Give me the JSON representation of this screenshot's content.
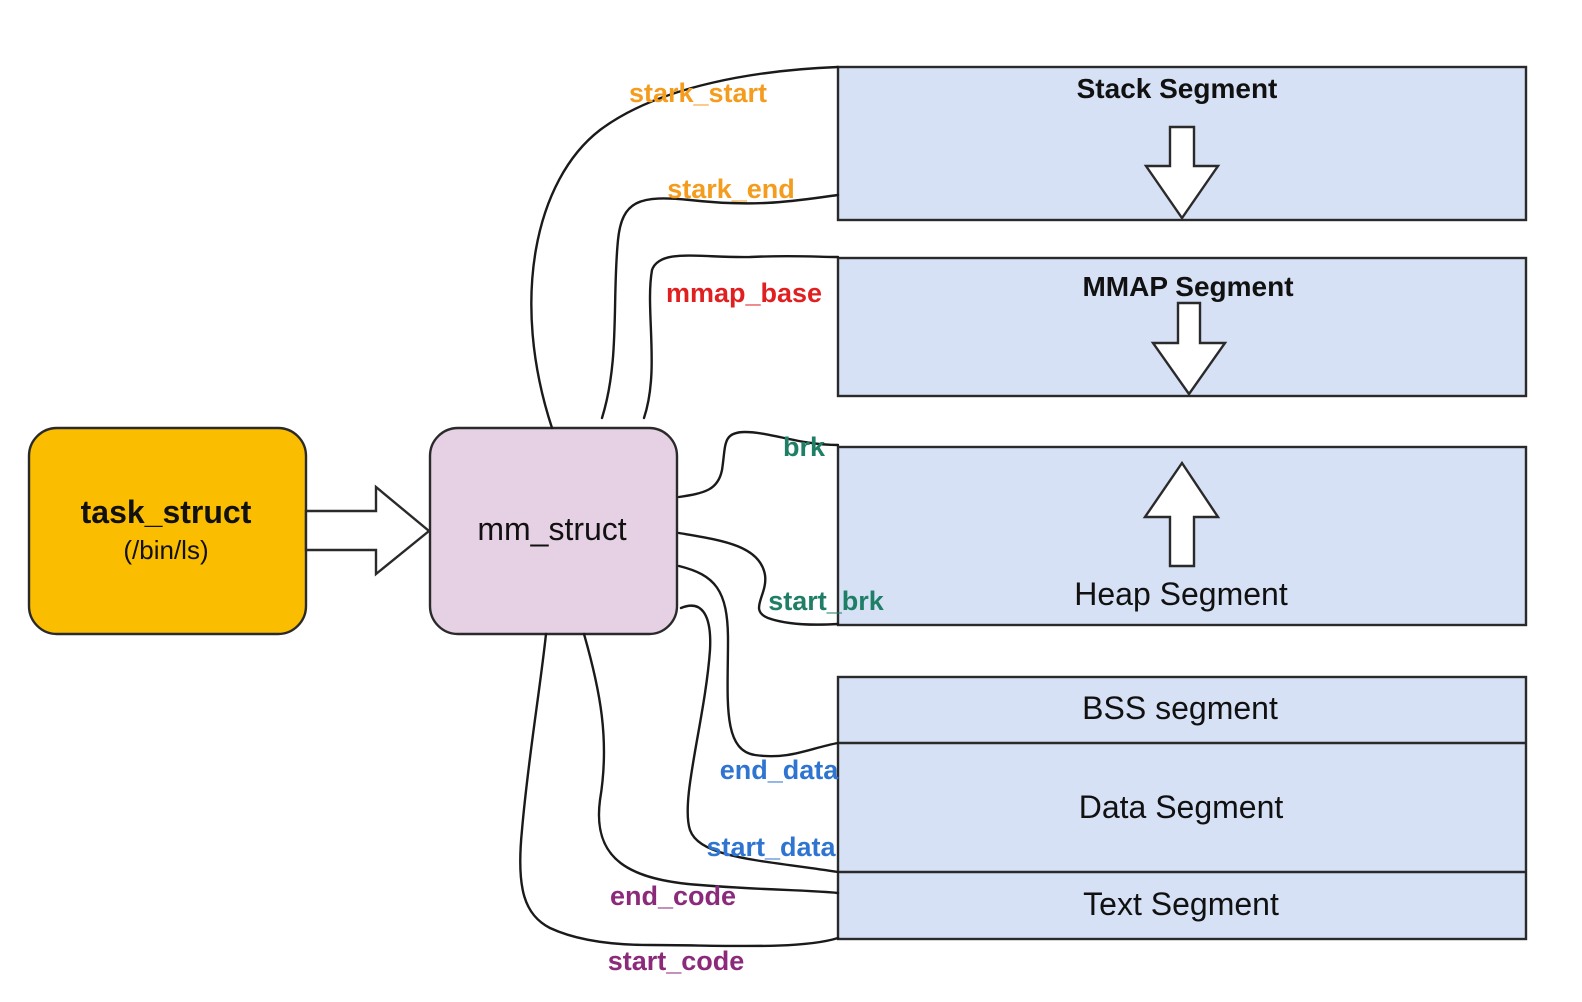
{
  "nodes": {
    "task_struct": {
      "title": "task_struct",
      "subtitle": "(/bin/ls)"
    },
    "mm_struct": {
      "title": "mm_struct"
    }
  },
  "segments": {
    "stack": "Stack Segment",
    "mmap": "MMAP Segment",
    "heap": "Heap Segment",
    "bss": "BSS segment",
    "data": "Data Segment",
    "text": "Text Segment"
  },
  "pointers": {
    "stark_start": {
      "label": "stark_start",
      "color": "#f39c1e"
    },
    "stark_end": {
      "label": "stark_end",
      "color": "#f39c1e"
    },
    "mmap_base": {
      "label": "mmap_base",
      "color": "#e02020"
    },
    "brk": {
      "label": "brk",
      "color": "#1e7f66"
    },
    "start_brk": {
      "label": "start_brk",
      "color": "#1e7f66"
    },
    "end_data": {
      "label": "end_data",
      "color": "#2f74d0"
    },
    "start_data": {
      "label": "start_data",
      "color": "#2f74d0"
    },
    "end_code": {
      "label": "end_code",
      "color": "#8b2a7a"
    },
    "start_code": {
      "label": "start_code",
      "color": "#8b2a7a"
    }
  },
  "colors": {
    "task_fill": "#fbbd00",
    "mm_fill": "#e5d1e3",
    "segment_fill": "#d6e1f5"
  }
}
